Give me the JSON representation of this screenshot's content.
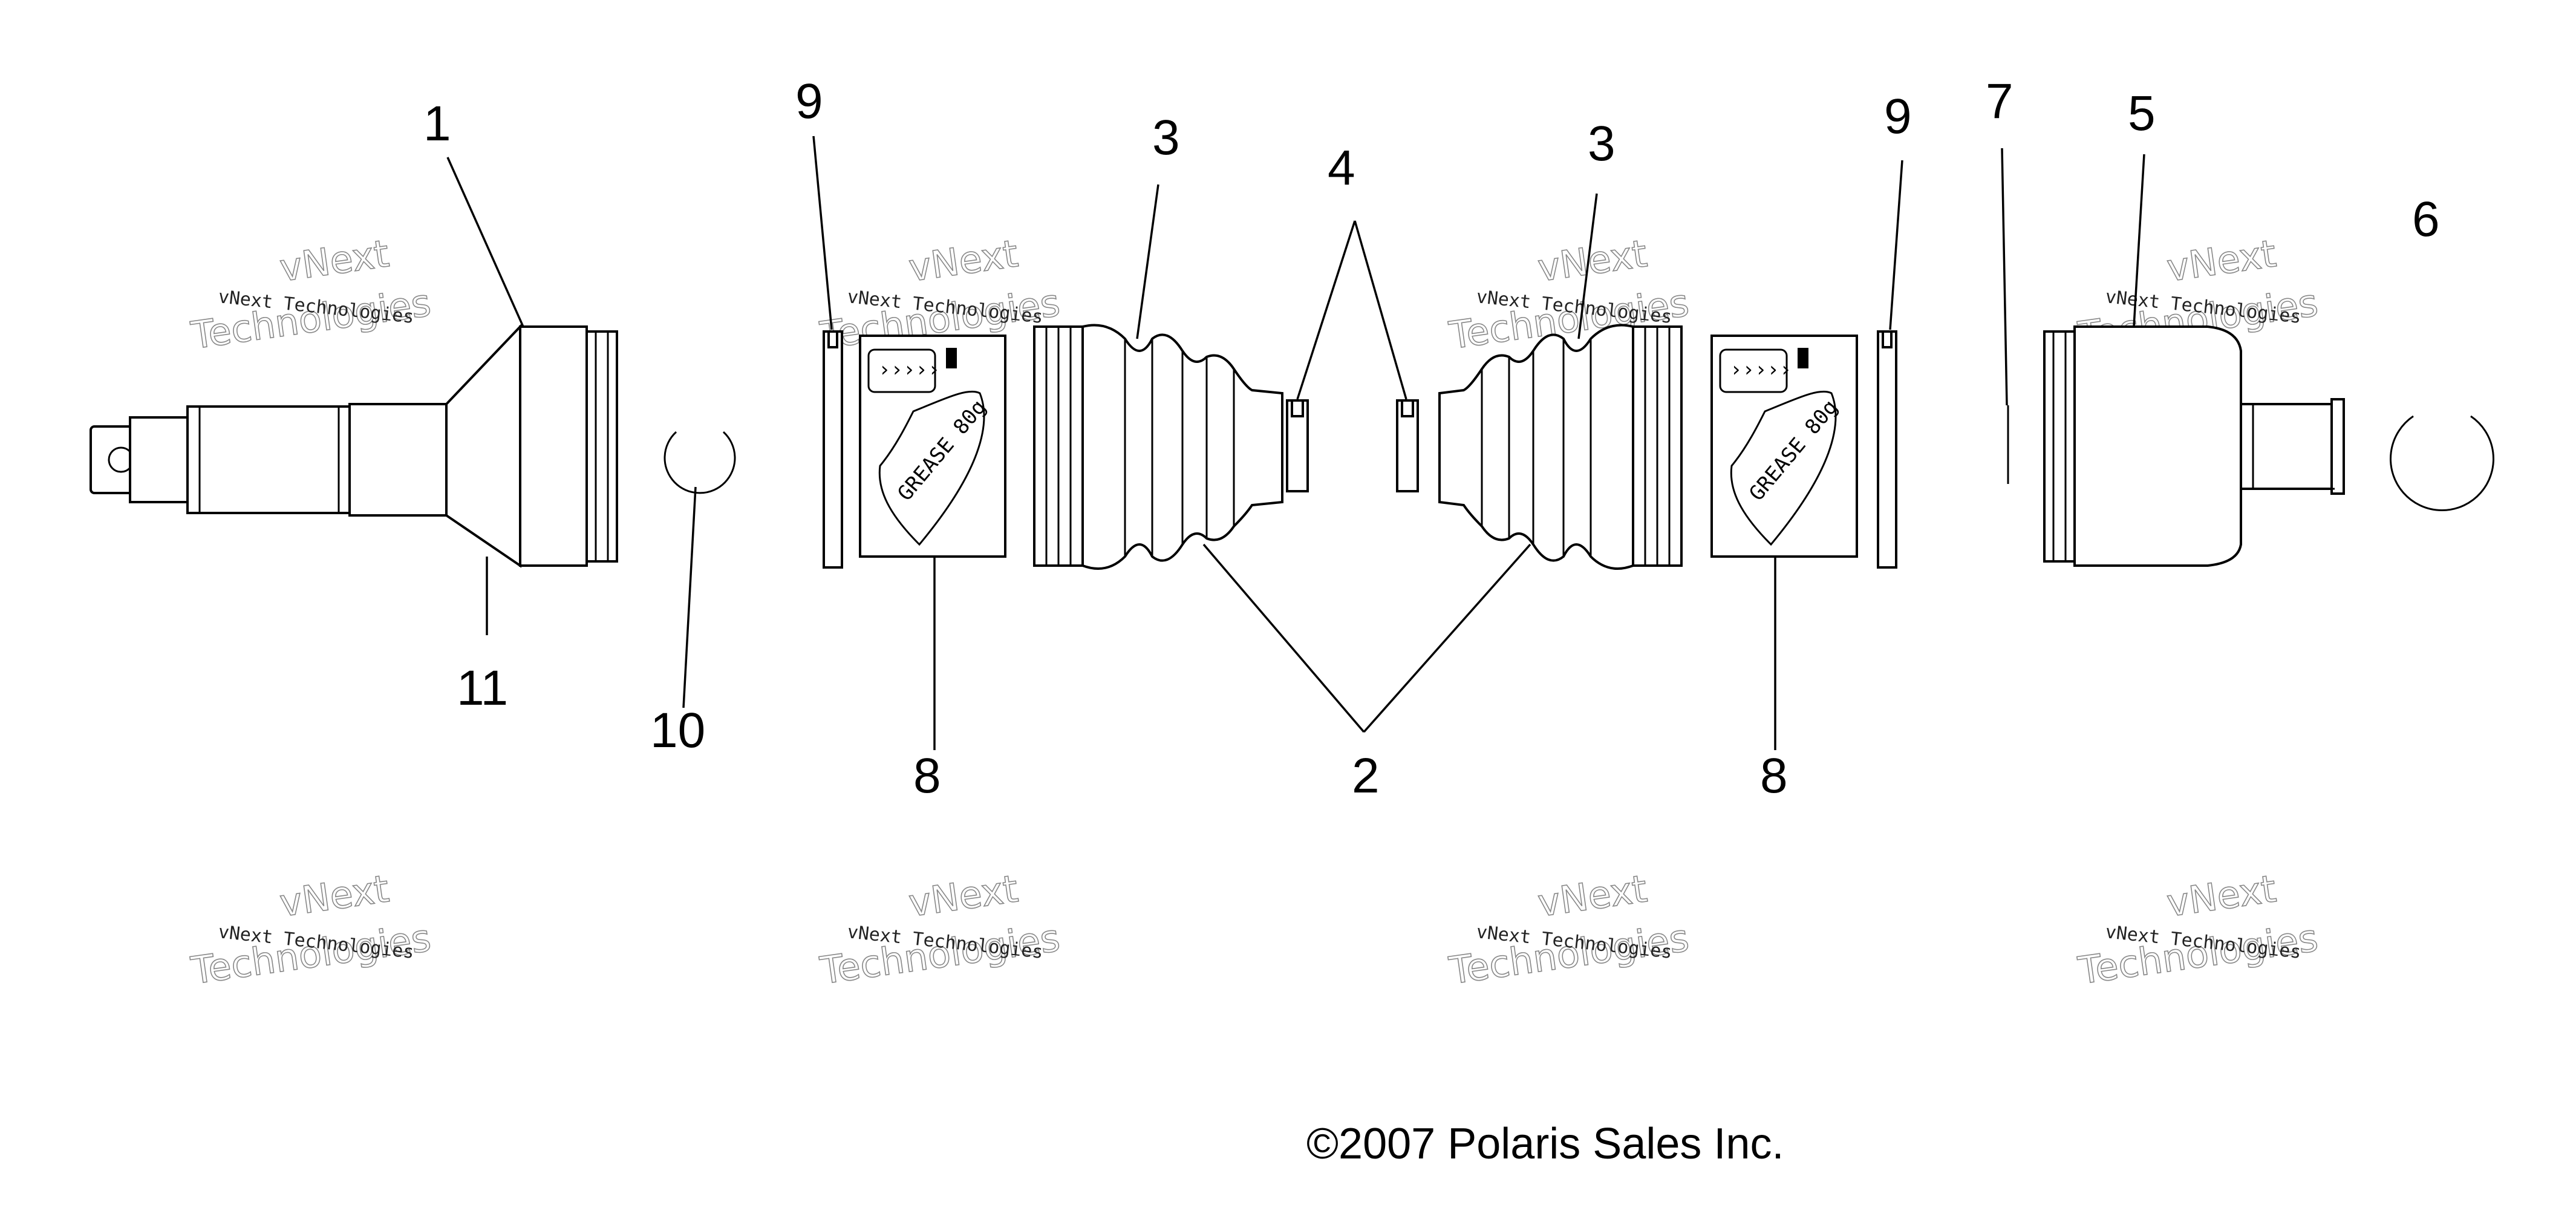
{
  "callouts": {
    "c1": "1",
    "c2": "2",
    "c3a": "3",
    "c3b": "3",
    "c4": "4",
    "c5": "5",
    "c6": "6",
    "c7": "7",
    "c8a": "8",
    "c8b": "8",
    "c9a": "9",
    "c9b": "9",
    "c10": "10",
    "c11": "11"
  },
  "watermark": {
    "line1": "vNext Technologies",
    "line2": "Technologies",
    "overlay": "vNext"
  },
  "grease_pack": {
    "label": "GREASE 80g",
    "arrows": "›››››"
  },
  "copyright": "©2007 Polaris Sales Inc."
}
